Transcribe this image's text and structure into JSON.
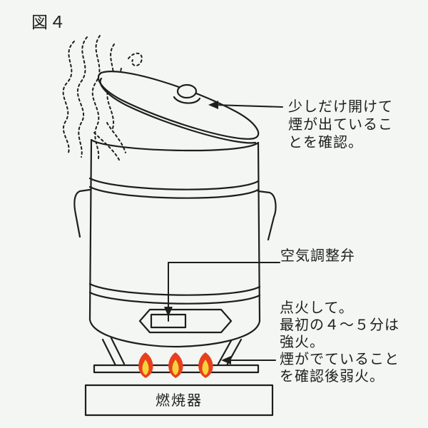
{
  "figure_label": "図４",
  "callouts": {
    "lid": [
      "少しだけ開けて",
      "煙が出ているこ",
      "とを確認。"
    ],
    "vent": "空気調整弁",
    "fire": [
      "点火して。",
      "最初の４～５分は",
      "強火。",
      "煙がでていること",
      "を確認後弱火。"
    ]
  },
  "burner_label": "燃焼器",
  "colors": {
    "flame_outer": "#e8401c",
    "flame_inner": "#f6d33c",
    "line": "#1e1e1e",
    "background": "#f4f6f3"
  }
}
